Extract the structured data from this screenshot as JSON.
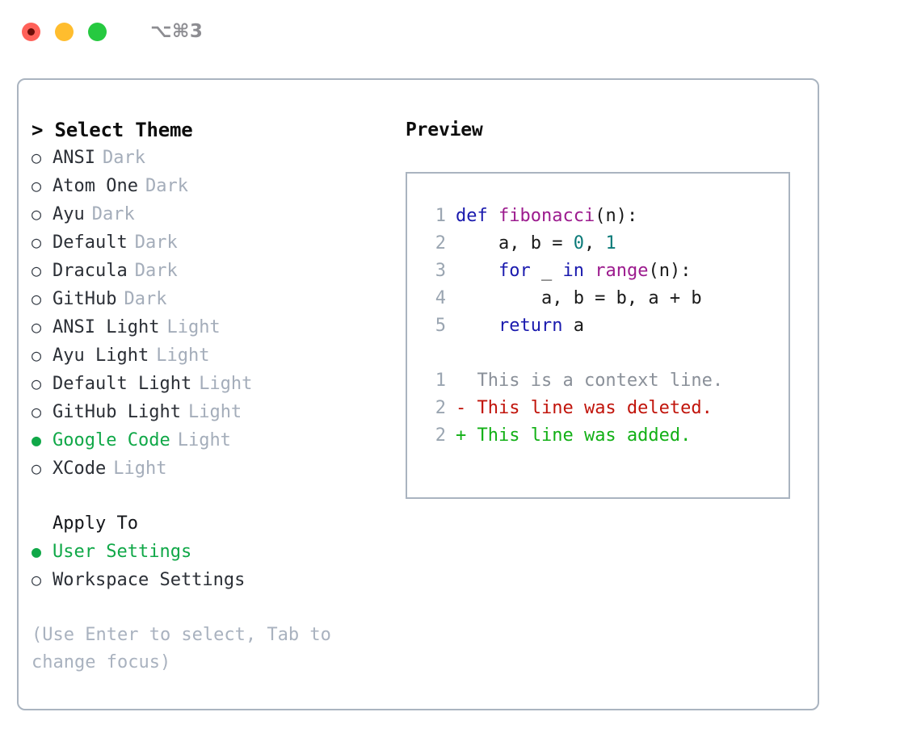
{
  "titlebar": {
    "shortcut": "⌥⌘3",
    "lights": [
      {
        "name": "close",
        "color": "#ff6159"
      },
      {
        "name": "minimize",
        "color": "#ffbd2e"
      },
      {
        "name": "maximize",
        "color": "#26c940"
      }
    ]
  },
  "theme_picker": {
    "header": "> Select Theme",
    "bullet_unselected": "○",
    "bullet_selected": "●",
    "items": [
      {
        "name": "ANSI",
        "kind": "Dark",
        "selected": false
      },
      {
        "name": "Atom One",
        "kind": "Dark",
        "selected": false
      },
      {
        "name": "Ayu",
        "kind": "Dark",
        "selected": false
      },
      {
        "name": "Default",
        "kind": "Dark",
        "selected": false
      },
      {
        "name": "Dracula",
        "kind": "Dark",
        "selected": false
      },
      {
        "name": "GitHub",
        "kind": "Dark",
        "selected": false
      },
      {
        "name": "ANSI Light",
        "kind": "Light",
        "selected": false
      },
      {
        "name": "Ayu Light",
        "kind": "Light",
        "selected": false
      },
      {
        "name": "Default Light",
        "kind": "Light",
        "selected": false
      },
      {
        "name": "GitHub Light",
        "kind": "Light",
        "selected": false
      },
      {
        "name": "Google Code",
        "kind": "Light",
        "selected": true
      },
      {
        "name": "XCode",
        "kind": "Light",
        "selected": false
      }
    ]
  },
  "apply_to": {
    "label": "Apply To",
    "options": [
      {
        "name": "User Settings",
        "selected": true
      },
      {
        "name": "Workspace Settings",
        "selected": false
      }
    ]
  },
  "hint": "(Use Enter to select, Tab to change focus)",
  "preview": {
    "header": "Preview",
    "code_lines": [
      {
        "no": "1",
        "tokens": [
          {
            "t": "def ",
            "c": "kw"
          },
          {
            "t": "fibonacci",
            "c": "fn"
          },
          {
            "t": "(n):",
            "c": "pl"
          }
        ]
      },
      {
        "no": "2",
        "tokens": [
          {
            "t": "    a, b = ",
            "c": "pl"
          },
          {
            "t": "0",
            "c": "num"
          },
          {
            "t": ", ",
            "c": "pl"
          },
          {
            "t": "1",
            "c": "num"
          }
        ]
      },
      {
        "no": "3",
        "tokens": [
          {
            "t": "    ",
            "c": "pl"
          },
          {
            "t": "for",
            "c": "kw"
          },
          {
            "t": " _ ",
            "c": "pl"
          },
          {
            "t": "in",
            "c": "kw"
          },
          {
            "t": " ",
            "c": "pl"
          },
          {
            "t": "range",
            "c": "fn"
          },
          {
            "t": "(n):",
            "c": "pl"
          }
        ]
      },
      {
        "no": "4",
        "tokens": [
          {
            "t": "        a, b = b, a + b",
            "c": "pl"
          }
        ]
      },
      {
        "no": "5",
        "tokens": [
          {
            "t": "    ",
            "c": "pl"
          },
          {
            "t": "return",
            "c": "kw"
          },
          {
            "t": " a",
            "c": "pl"
          }
        ]
      }
    ],
    "diff_lines": [
      {
        "no": "1",
        "marker": " ",
        "text": " This is a context line.",
        "kind": "ctx"
      },
      {
        "no": "2",
        "marker": "-",
        "text": " This line was deleted.",
        "kind": "del"
      },
      {
        "no": "2",
        "marker": "+",
        "text": " This line was added.",
        "kind": "add"
      }
    ]
  },
  "colors": {
    "accent_green": "#10a848",
    "border": "#aab4c0",
    "muted": "#a4adba",
    "keyword": "#1a1aae",
    "function": "#9c1b8e",
    "number": "#0b7a78",
    "diff_delete": "#c1140b",
    "diff_add": "#12b016"
  }
}
